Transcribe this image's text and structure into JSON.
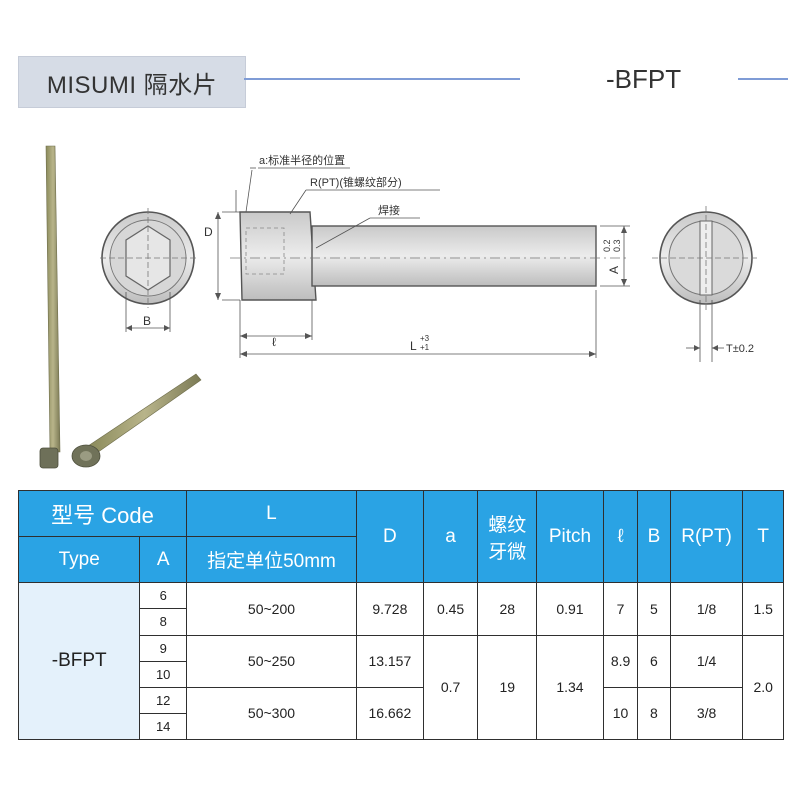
{
  "header": {
    "title": "MISUMI 隔水片",
    "code": "-BFPT"
  },
  "drawing": {
    "label_a": "a:标准半径的位置",
    "label_r": "R(PT)(锥螺纹部分)",
    "label_weld": "焊接",
    "label_d": "D",
    "label_a_dim": "A",
    "tol_a_upper": "0.2",
    "tol_a_lower": "0.3",
    "label_b": "B",
    "label_l_small": "ℓ",
    "label_l": "L",
    "tol_l_upper": "+3",
    "tol_l_lower": "+1",
    "label_t": "T±0.2"
  },
  "table": {
    "headers": {
      "model_code": "型号 Code",
      "l": "L",
      "type": "Type",
      "a": "A",
      "l_unit": "指定单位50mm",
      "d": "D",
      "a_small": "a",
      "thread_line1": "螺纹",
      "thread_line2": "牙微",
      "pitch": "Pitch",
      "l_small": "ℓ",
      "b": "B",
      "r_pt": "R(PT)",
      "t": "T"
    },
    "type_value": "-BFPT",
    "a_values": [
      "6",
      "8",
      "9",
      "10",
      "12",
      "14"
    ],
    "l_ranges": [
      "50~200",
      "50~250",
      "50~300"
    ],
    "d_values": [
      "9.728",
      "13.157",
      "16.662"
    ],
    "a_small_values": [
      "0.45",
      "0.7"
    ],
    "thread_values": [
      "28",
      "19"
    ],
    "pitch_values": [
      "0.91",
      "1.34"
    ],
    "l_small_values": [
      "7",
      "8.9",
      "10"
    ],
    "b_values": [
      "5",
      "6",
      "8"
    ],
    "r_values": [
      "1/8",
      "1/4",
      "3/8"
    ],
    "t_values": [
      "1.5",
      "2.0"
    ]
  }
}
